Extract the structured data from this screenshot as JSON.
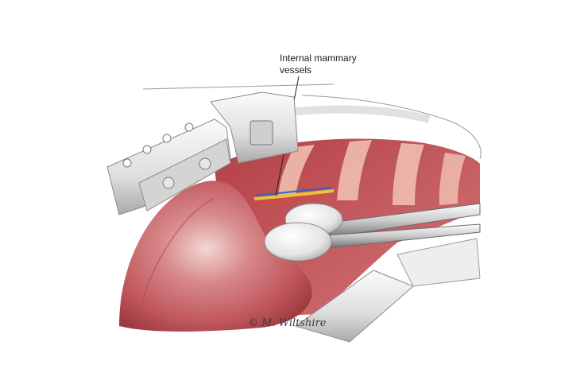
{
  "label": {
    "line1": "Internal mammary",
    "line2": "vessels"
  },
  "signature": {
    "text": "© M. Wiltshire"
  },
  "colors": {
    "background": "#ffffff",
    "lung": "#c86f73",
    "chest_wall": "#b94a4f",
    "rib": "#f2c3b4",
    "retractor": "#e9e9e9",
    "vessel_yellow": "#e8c43c",
    "vessel_blue": "#3a5fc4"
  }
}
